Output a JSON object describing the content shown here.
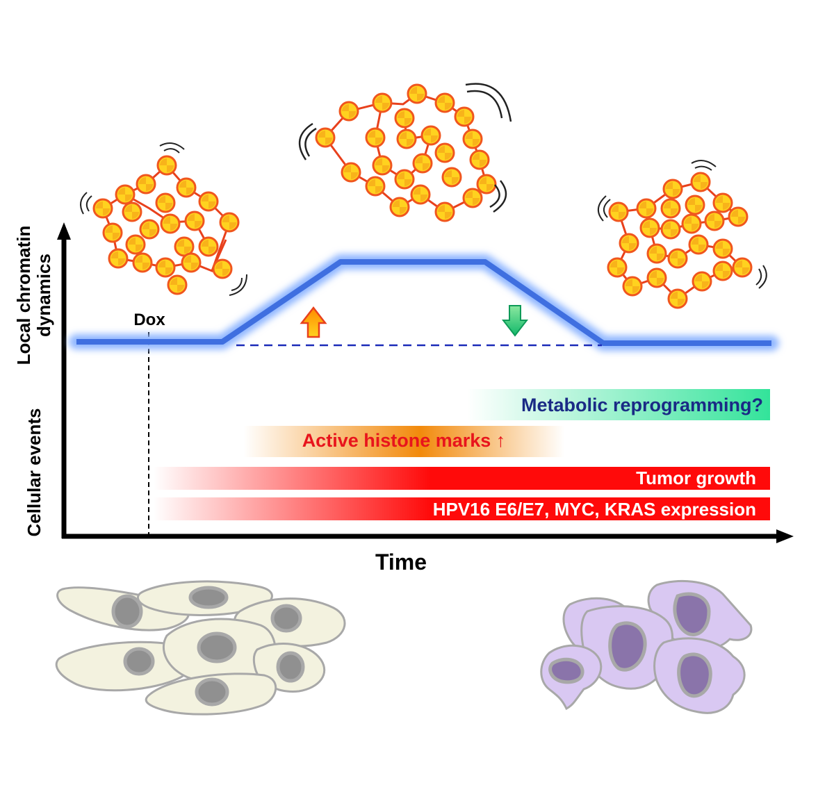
{
  "axes": {
    "y_label_line1": "Local chromatin",
    "y_label_line2": "dynamics",
    "y_label_lower": "Cellular events",
    "x_label": "Time"
  },
  "dox_label": "Dox",
  "events": {
    "metabolic": "Metabolic reprogramming?",
    "histone": "Active histone marks ↑",
    "tumor": "Tumor growth",
    "expression": "HPV16 E6/E7, MYC, KRAS  expression"
  },
  "colors": {
    "trace": "#3f6fe0",
    "trace_glow": "#8fb6ff",
    "bead_fill": "#ffd21f",
    "bead_ring": "#f0561e",
    "bead_link": "#e8401c",
    "metabolic_text": "#1a2a85",
    "histone_text": "#e8141c",
    "histone_band": "#f28a0c",
    "metabolic_band": "#33e39a",
    "red_band": "#ff0a0a",
    "normal_cell_fill": "#f3f2df",
    "normal_cell_nucleus": "#909090",
    "tumor_cell_fill": "#d9c8f2",
    "tumor_cell_nucleus": "#8a74aa",
    "cell_outline": "#a8a8a8",
    "up_arrow": "#ffb000",
    "down_arrow": "#19c37a"
  }
}
